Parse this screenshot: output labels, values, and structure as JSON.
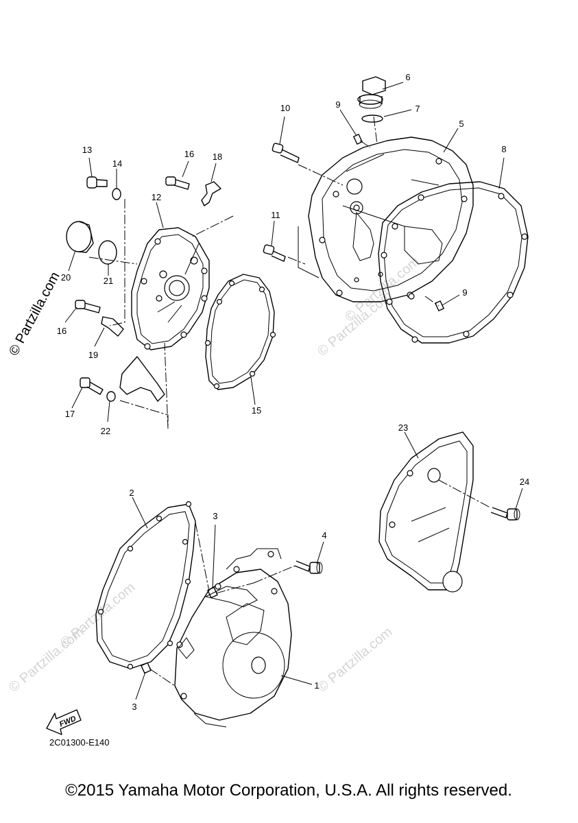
{
  "callouts": {
    "c1": "1",
    "c2": "2",
    "c3a": "3",
    "c3b": "3",
    "c4": "4",
    "c5": "5",
    "c6": "6",
    "c7": "7",
    "c8": "8",
    "c9a": "9",
    "c9b": "9",
    "c10": "10",
    "c11": "11",
    "c12": "12",
    "c13": "13",
    "c14": "14",
    "c15": "15",
    "c16a": "16",
    "c16b": "16",
    "c17": "17",
    "c18": "18",
    "c19": "19",
    "c20": "20",
    "c21": "21",
    "c22": "22",
    "c23": "23",
    "c24": "24"
  },
  "diagram_code": "2C01300-E140",
  "fwd_label": "FWD",
  "copyright": "©2015 Yamaha Motor Corporation, U.S.A. All rights reserved.",
  "watermark": "© Partzilla.com"
}
